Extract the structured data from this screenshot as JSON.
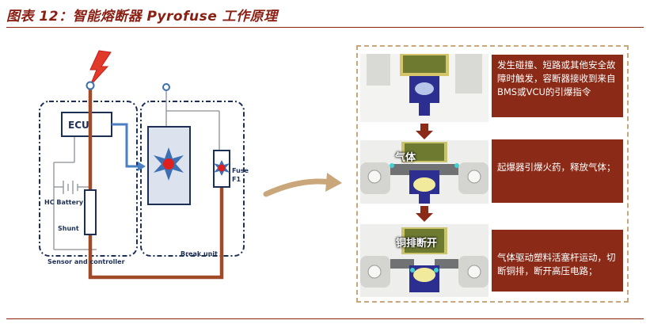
{
  "title": "图表 12：智能熔断器 Pyrofuse 工作原理",
  "left_diagram": {
    "ecu_label": "ECU",
    "battery_label": "HC Battery",
    "shunt_label": "Shunt",
    "sensor_label": "Sensor and controller",
    "break_label": "Break unit",
    "fuse_label_1": "Fuse",
    "fuse_label_2": "F1"
  },
  "steps": [
    {
      "text": "发生碰撞、短路或其他安全故障时触发，容断器接收到来自BMS或VCU的引爆指令",
      "overlay": ""
    },
    {
      "text": "起爆器引爆火药，释放气体；",
      "overlay": "气体"
    },
    {
      "text": "气体驱动塑料活塞杆运动，切断铜排，断开高压电路；",
      "overlay": "铜排断开"
    }
  ],
  "colors": {
    "accent": "#8a1f14",
    "wire": "#a14a28",
    "note_bg": "#8a2a17",
    "blue_arrow": "#4a7fc1",
    "dashed_frame": "#c8a77a"
  }
}
